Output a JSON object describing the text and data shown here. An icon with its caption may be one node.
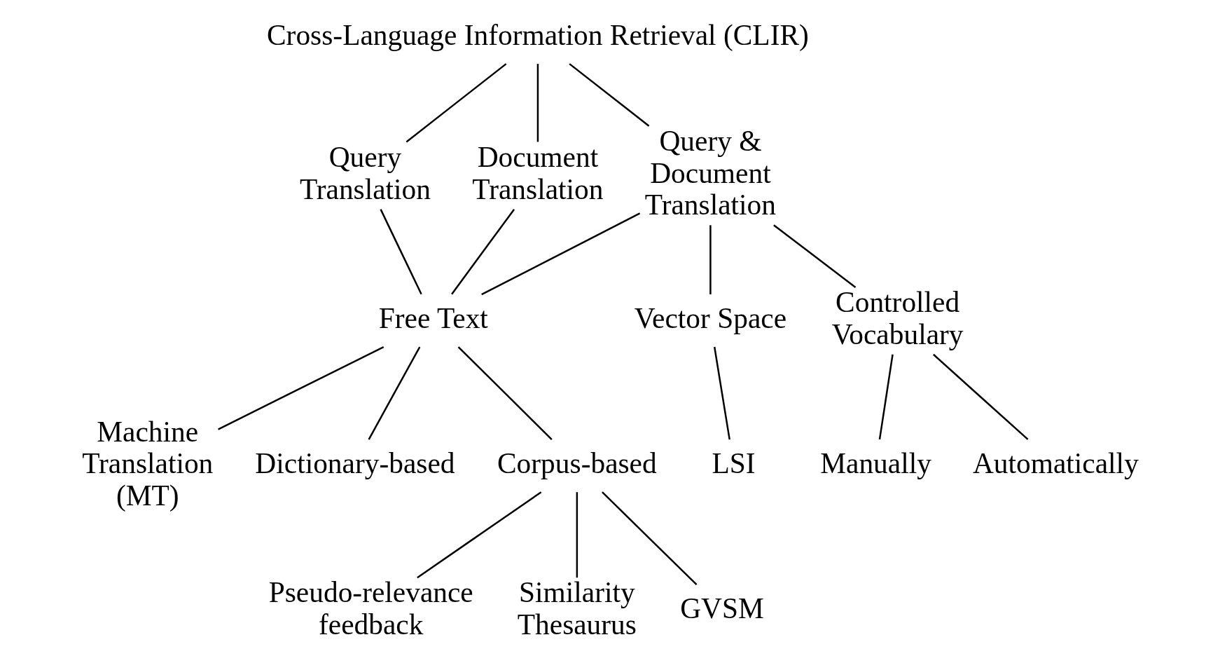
{
  "diagram": {
    "nodes": [
      {
        "text": [
          "Cross-Language Information Retrieval (CLIR)"
        ]
      },
      {
        "text": [
          "Query Translation"
        ]
      },
      {
        "text": [
          "Document Translation"
        ]
      },
      {
        "text": [
          "Query & Document Translation"
        ]
      },
      {
        "text": [
          "Free Text"
        ]
      },
      {
        "text": [
          "Vector Space"
        ]
      },
      {
        "text": [
          "Controlled Vocabulary"
        ]
      },
      {
        "text": [
          "Machine Translation (MT)"
        ]
      },
      {
        "text": [
          "Dictionary-based"
        ]
      },
      {
        "text": [
          "Corpus-based"
        ]
      },
      {
        "text": [
          "LSI"
        ]
      },
      {
        "text": [
          "Pseudo-relevance feedback"
        ]
      },
      {
        "text": [
          "Similarity Thesaurus"
        ]
      },
      {
        "text": [
          "GVSM"
        ]
      },
      {
        "text": [
          "Manually"
        ]
      },
      {
        "text": [
          "Automatically"
        ]
      }
    ],
    "edges": [
      {
        "from": 0,
        "to": 1,
        "arrow": "none"
      },
      {
        "from": 0,
        "to": 2,
        "arrow": "none"
      },
      {
        "from": 0,
        "to": 3,
        "arrow": "none"
      },
      {
        "from": 1,
        "to": 4,
        "arrow": "none"
      },
      {
        "from": 2,
        "to": 4,
        "arrow": "none"
      },
      {
        "from": 3,
        "to": 4,
        "arrow": "none"
      },
      {
        "from": 3,
        "to": 5,
        "arrow": "none"
      },
      {
        "from": 3,
        "to": 6,
        "arrow": "none"
      },
      {
        "from": 4,
        "to": 7,
        "arrow": "none"
      },
      {
        "from": 4,
        "to": 8,
        "arrow": "none"
      },
      {
        "from": 4,
        "to": 9,
        "arrow": "none"
      },
      {
        "from": 5,
        "to": 10,
        "arrow": "none"
      },
      {
        "from": 6,
        "to": 14,
        "arrow": "none"
      },
      {
        "from": 6,
        "to": 15,
        "arrow": "none"
      },
      {
        "from": 9,
        "to": 11,
        "arrow": "none"
      },
      {
        "from": 9,
        "to": 12,
        "arrow": "none"
      },
      {
        "from": 9,
        "to": 13,
        "arrow": "none"
      }
    ]
  }
}
